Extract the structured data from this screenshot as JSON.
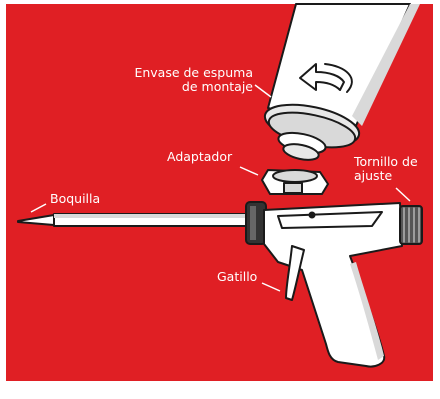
{
  "labels": {
    "container": {
      "line1": "Envase de espuma",
      "line2": "de montaje"
    },
    "adapter": "Adaptador",
    "screw": {
      "line1": "Tornillo de",
      "line2": "ajuste"
    },
    "nozzle": "Boquilla",
    "trigger": "Gatillo"
  },
  "colors": {
    "background": "#e01f24",
    "outline": "#1a1a1a",
    "body": "#ffffff",
    "shade": "#d9d9d9",
    "label_text": "#ffffff"
  }
}
